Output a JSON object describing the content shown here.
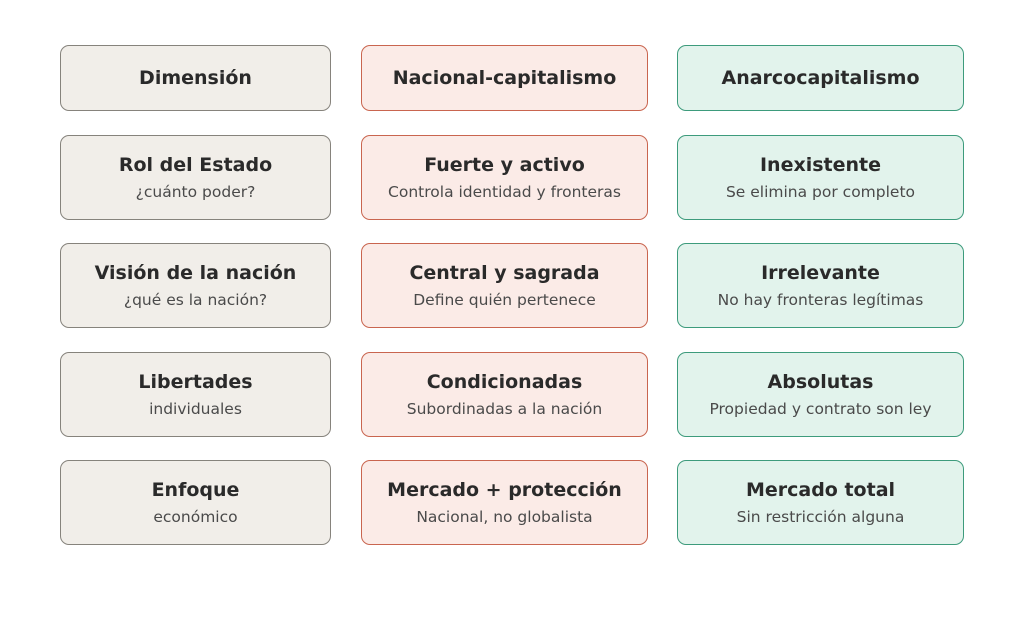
{
  "colors": {
    "dimension_fill": "#f1eee9",
    "dimension_border": "#86837c",
    "national_fill": "#fbebe7",
    "national_border": "#c9654f",
    "anarcho_fill": "#e2f3ec",
    "anarcho_border": "#3d9b7c"
  },
  "headers": {
    "dimension": "Dimensión",
    "national": "Nacional-capitalismo",
    "anarcho": "Anarcocapitalismo"
  },
  "rows": [
    {
      "dimension": {
        "title": "Rol del Estado",
        "sub": "¿cuánto poder?"
      },
      "national": {
        "title": "Fuerte y activo",
        "sub": "Controla identidad y fronteras"
      },
      "anarcho": {
        "title": "Inexistente",
        "sub": "Se elimina por completo"
      }
    },
    {
      "dimension": {
        "title": "Visión de la nación",
        "sub": "¿qué es la nación?"
      },
      "national": {
        "title": "Central y sagrada",
        "sub": "Define quién pertenece"
      },
      "anarcho": {
        "title": "Irrelevante",
        "sub": "No hay fronteras legítimas"
      }
    },
    {
      "dimension": {
        "title": "Libertades",
        "sub": "individuales"
      },
      "national": {
        "title": "Condicionadas",
        "sub": "Subordinadas a la nación"
      },
      "anarcho": {
        "title": "Absolutas",
        "sub": "Propiedad y contrato son ley"
      }
    },
    {
      "dimension": {
        "title": "Enfoque",
        "sub": "económico"
      },
      "national": {
        "title": "Mercado + protección",
        "sub": "Nacional, no globalista"
      },
      "anarcho": {
        "title": "Mercado total",
        "sub": "Sin restricción alguna"
      }
    }
  ]
}
